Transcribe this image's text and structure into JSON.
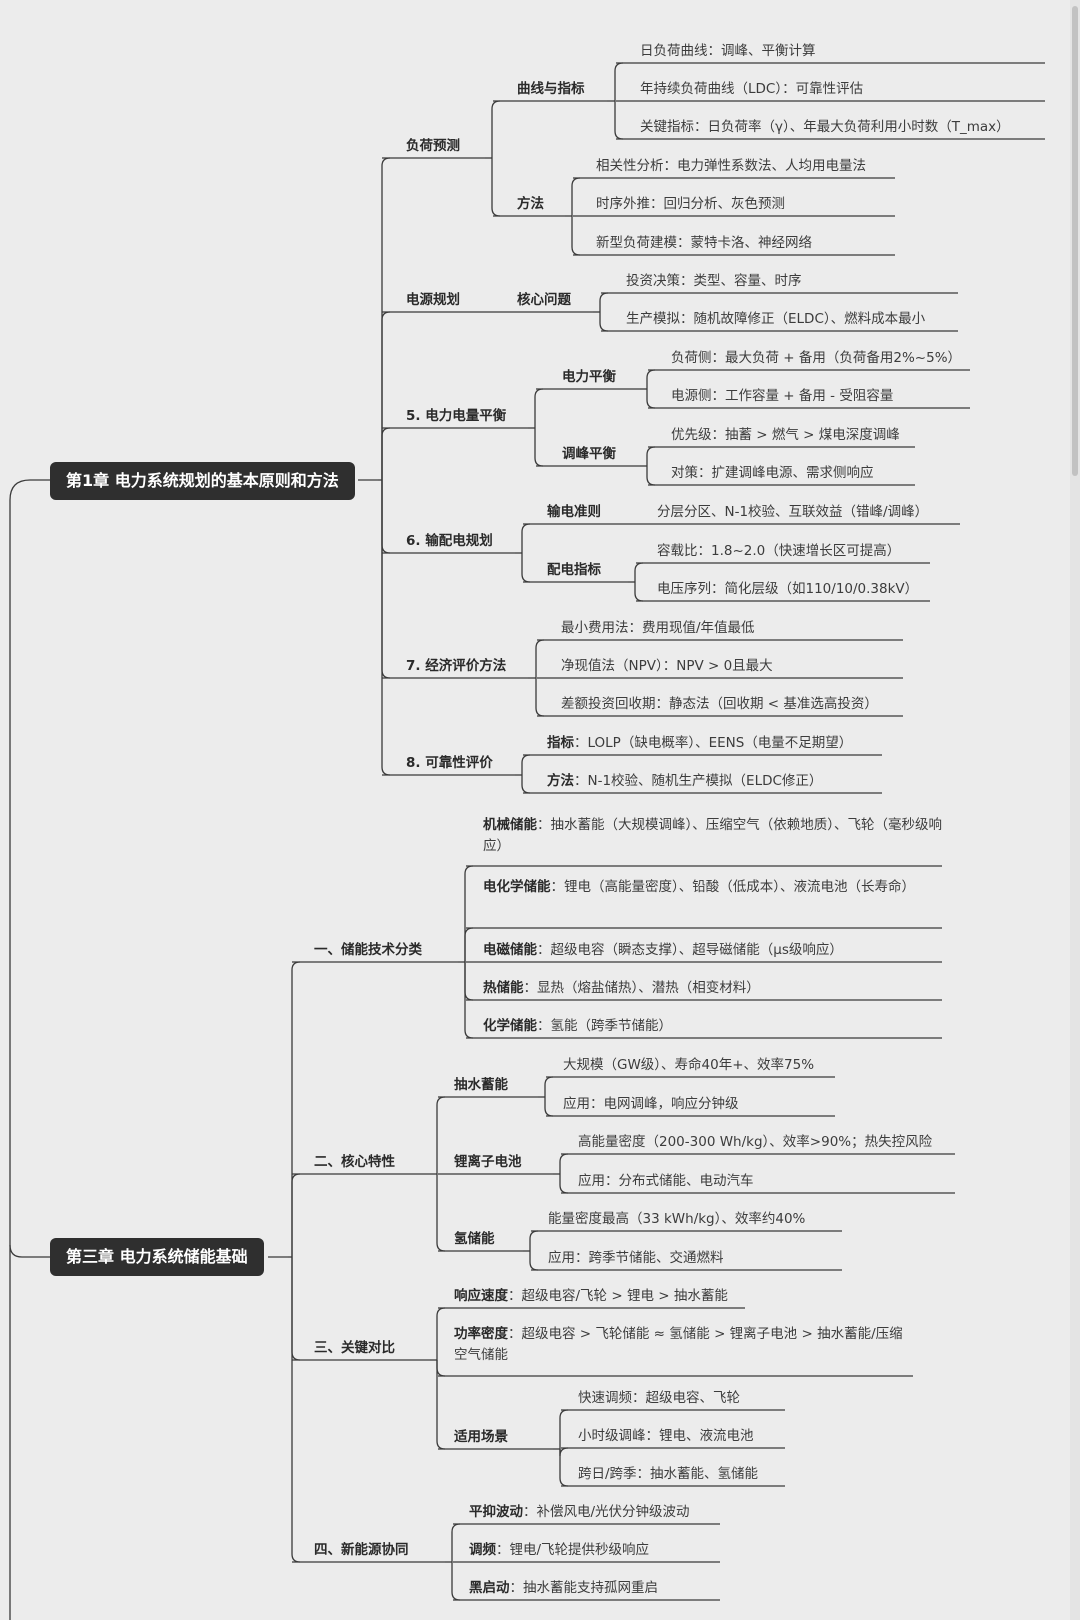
{
  "chapters": [
    {
      "title": "第1章 电力系统规划的基本原则和方法",
      "sections": [
        {
          "label": "负荷预测",
          "groups": [
            {
              "label": "曲线与指标",
              "items": [
                "日负荷曲线：调峰、平衡计算",
                "年持续负荷曲线（LDC）：可靠性评估",
                "关键指标：日负荷率（γ）、年最大负荷利用小时数（T_max）"
              ]
            },
            {
              "label": "方法",
              "items": [
                "相关性分析：电力弹性系数法、人均用电量法",
                "时序外推：回归分析、灰色预测",
                "新型负荷建模：蒙特卡洛、神经网络"
              ]
            }
          ]
        },
        {
          "label": "电源规划",
          "groups": [
            {
              "label": "核心问题",
              "items": [
                "投资决策：类型、容量、时序",
                "生产模拟：随机故障修正（ELDC）、燃料成本最小"
              ]
            }
          ]
        },
        {
          "label": "5. 电力电量平衡",
          "groups": [
            {
              "label": "电力平衡",
              "items": [
                "负荷侧：最大负荷 + 备用（负荷备用2%~5%）",
                "电源侧：工作容量 + 备用 - 受阻容量"
              ]
            },
            {
              "label": "调峰平衡",
              "items": [
                "优先级：抽蓄 > 燃气 > 煤电深度调峰",
                "对策：扩建调峰电源、需求侧响应"
              ]
            }
          ]
        },
        {
          "label": "6. 输配电规划",
          "groups": [
            {
              "label": "输电准则",
              "items": [
                "分层分区、N-1校验、互联效益（错峰/调峰）"
              ]
            },
            {
              "label": "配电指标",
              "items": [
                "容载比：1.8~2.0（快速增长区可提高）",
                "电压序列：简化层级（如110/10/0.38kV）"
              ]
            }
          ]
        },
        {
          "label": "7. 经济评价方法",
          "items": [
            {
              "text": "最小费用法：费用现值/年值最低"
            },
            {
              "text": "净现值法（NPV）：NPV > 0且最大"
            },
            {
              "text": "差额投资回收期：静态法（回收期 < 基准选高投资）"
            }
          ]
        },
        {
          "label": "8. 可靠性评价",
          "items": [
            {
              "key": "指标",
              "text": "LOLP（缺电概率）、EENS（电量不足期望）"
            },
            {
              "key": "方法",
              "text": "N-1校验、随机生产模拟（ELDC修正）"
            }
          ]
        }
      ]
    },
    {
      "title": "第三章 电力系统储能基础",
      "sections": [
        {
          "label": "一、储能技术分类",
          "items": [
            {
              "key": "机械储能",
              "text": "抽水蓄能（大规模调峰）、压缩空气（依赖地质）、飞轮（毫秒级响应）"
            },
            {
              "key": "电化学储能",
              "text": "锂电（高能量密度）、铅酸（低成本）、液流电池（长寿命）"
            },
            {
              "key": "电磁储能",
              "text": "超级电容（瞬态支撑）、超导磁储能（μs级响应）"
            },
            {
              "key": "热储能",
              "text": "显热（熔盐储热）、潜热（相变材料）"
            },
            {
              "key": "化学储能",
              "text": "氢能（跨季节储能）"
            }
          ]
        },
        {
          "label": "二、核心特性",
          "groups": [
            {
              "label": "抽水蓄能",
              "items": [
                "大规模（GW级）、寿命40年+、效率75%",
                "应用：电网调峰，响应分钟级"
              ]
            },
            {
              "label": "锂离子电池",
              "items": [
                "高能量密度（200-300 Wh/kg）、效率>90%；热失控风险",
                "应用：分布式储能、电动汽车"
              ]
            },
            {
              "label": "氢储能",
              "items": [
                "能量密度最高（33 kWh/kg）、效率约40%",
                "应用：跨季节储能、交通燃料"
              ]
            }
          ]
        },
        {
          "label": "三、关键对比",
          "items": [
            {
              "key": "响应速度",
              "text": "超级电容/飞轮 > 锂电 > 抽水蓄能"
            },
            {
              "key": "功率密度",
              "text": "超级电容 > 飞轮储能 ≈ 氢储能 > 锂离子电池 > 抽水蓄能/压缩空气储能"
            }
          ],
          "groups": [
            {
              "label": "适用场景",
              "items": [
                "快速调频：超级电容、飞轮",
                "小时级调峰：锂电、液流电池",
                "跨日/跨季：抽水蓄能、氢储能"
              ]
            }
          ]
        },
        {
          "label": "四、新能源协同",
          "items": [
            {
              "key": "平抑波动",
              "text": "补偿风电/光伏分钟级波动"
            },
            {
              "key": "调频",
              "text": "锂电/飞轮提供秒级响应"
            },
            {
              "key": "黑启动",
              "text": "抽水蓄能支持孤网重启"
            }
          ]
        }
      ]
    }
  ],
  "colors": {
    "line": "#3a3a3a",
    "root_bg": "#2f2f2f",
    "root_text": "#ffffff",
    "text": "#3c3c3c",
    "background": "#ececec"
  }
}
